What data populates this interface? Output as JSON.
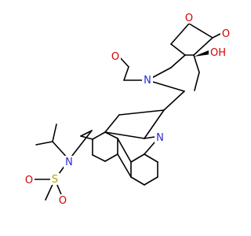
{
  "molecule": {
    "atoms": {
      "o_lactone": {
        "text": "O",
        "color": "#d40000"
      },
      "o_lactone_carbonyl": {
        "text": "O",
        "color": "#d40000"
      },
      "oh": {
        "text": "OH",
        "color": "#d40000"
      },
      "o_amide": {
        "text": "O",
        "color": "#d40000"
      },
      "n_pyridone": {
        "text": "N",
        "color": "#2a2ad4"
      },
      "n_quinoline": {
        "text": "N",
        "color": "#2a2ad4"
      },
      "n_sulfonamide": {
        "text": "N",
        "color": "#2a2ad4"
      },
      "s": {
        "text": "S",
        "color": "#b8a000"
      },
      "o_s1": {
        "text": "O",
        "color": "#d40000"
      },
      "o_s2": {
        "text": "O",
        "color": "#d40000"
      }
    }
  }
}
